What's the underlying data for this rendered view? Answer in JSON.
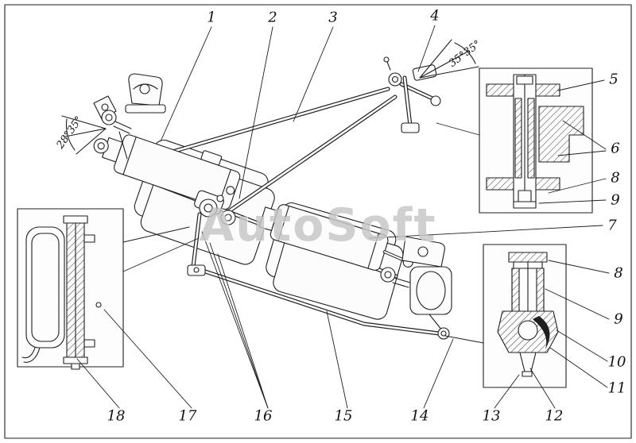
{
  "watermark": "AutoSoft",
  "colors": {
    "ink": "#1f1f1f",
    "watermark": "#a8a8a8",
    "paper": "#ffffff"
  },
  "angles": {
    "right": "35°35°",
    "left": "28°35°"
  },
  "callouts": {
    "c1": "1",
    "c2": "2",
    "c3": "3",
    "c4": "4",
    "c5": "5",
    "c6": "6",
    "c7": "7",
    "c8a": "8",
    "c9a": "9",
    "c8b": "8",
    "c9b": "9",
    "c10": "10",
    "c11": "11",
    "c12": "12",
    "c13": "13",
    "c14": "14",
    "c15": "15",
    "c16": "16",
    "c17": "17",
    "c18": "18"
  }
}
